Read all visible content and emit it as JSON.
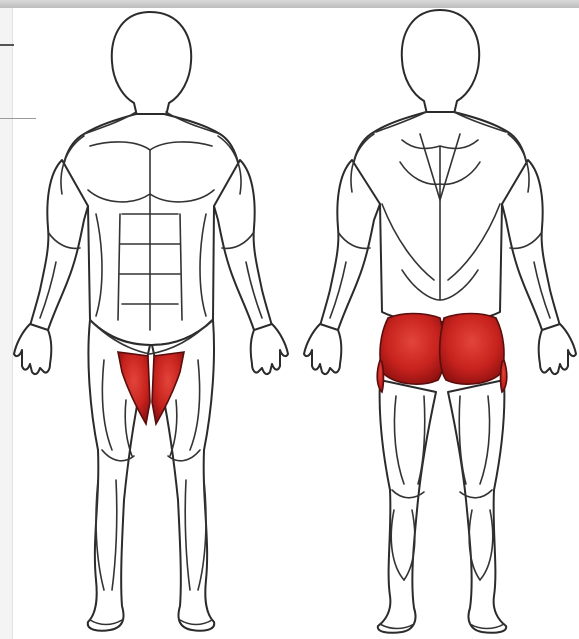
{
  "figure": {
    "views": [
      "front",
      "back"
    ],
    "highlight_color": "#c8231e",
    "highlight_dark": "#8e1010",
    "highlighted_regions": {
      "front": "inner-thigh",
      "back": "gluteus"
    }
  },
  "icons": {
    "front_view": "human-body-front-icon",
    "back_view": "human-body-back-icon"
  }
}
